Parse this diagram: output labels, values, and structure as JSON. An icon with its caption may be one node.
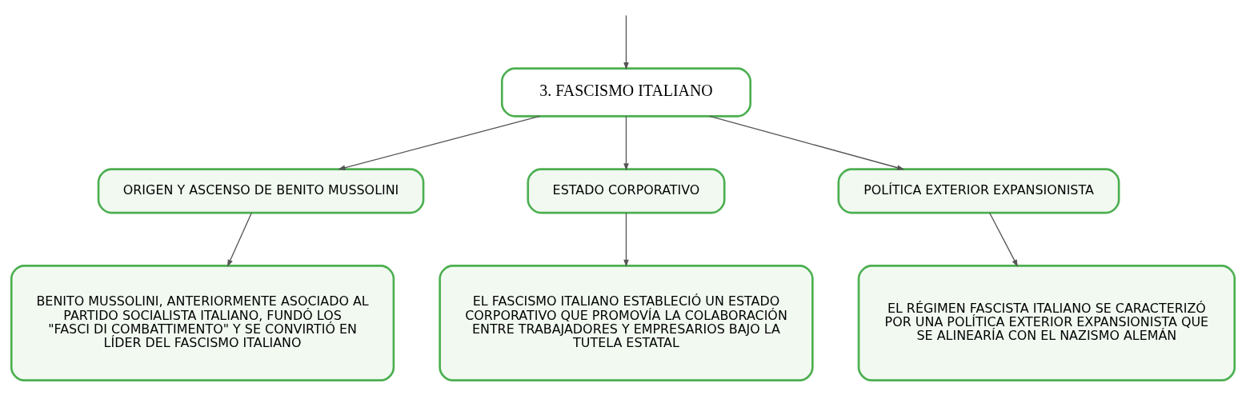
{
  "diagram": {
    "nodes": [
      {
        "text": [
          "3. FASCISMO ITALIANO"
        ]
      },
      {
        "text": [
          "ORIGEN Y ASCENSO DE BENITO MUSSOLINI"
        ]
      },
      {
        "text": [
          "ESTADO CORPORATIVO"
        ]
      },
      {
        "text": [
          "POLÍTICA EXTERIOR EXPANSIONISTA"
        ]
      },
      {
        "text": [
          "BENITO MUSSOLINI, ANTERIORMENTE ASOCIADO AL PARTIDO SOCIALISTA ITALIANO, FUNDÓ LOS \"FASCI DI COMBATTIMENTO\" Y SE CONVIRTIÓ EN LÍDER DEL FASCISMO ITALIANO"
        ]
      },
      {
        "text": [
          "EL FASCISMO ITALIANO ESTABLECIÓ UN ESTADO CORPORATIVO QUE PROMOVÍA LA COLABORACIÓN ENTRE TRABAJADORES Y EMPRESARIOS BAJO LA TUTELA ESTATAL"
        ]
      },
      {
        "text": [
          "EL RÉGIMEN FASCISTA ITALIANO SE CARACTERIZÓ POR UNA POLÍTICA EXTERIOR EXPANSIONISTA QUE SE ALINEARÍA CON EL NAZISMO ALEMÁN"
        ]
      }
    ],
    "edges": [
      {
        "from": null,
        "to": 0,
        "arrow": "to"
      },
      {
        "from": 0,
        "to": 1,
        "arrow": "to"
      },
      {
        "from": 0,
        "to": 2,
        "arrow": "to"
      },
      {
        "from": 0,
        "to": 3,
        "arrow": "to"
      },
      {
        "from": 1,
        "to": 4,
        "arrow": "to"
      },
      {
        "from": 2,
        "to": 5,
        "arrow": "to"
      },
      {
        "from": 3,
        "to": 6,
        "arrow": "to"
      }
    ]
  }
}
